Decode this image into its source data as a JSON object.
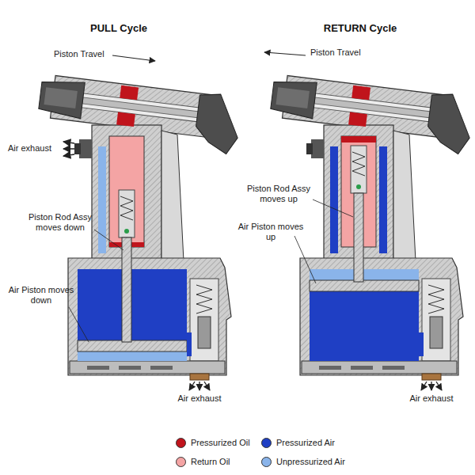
{
  "diagram": {
    "labels": [
      "PULL Cycle",
      "RETURN Cycle",
      "Piston Travel",
      "Air exhaust",
      "Piston Rod Assy moves down",
      "Air Piston moves down",
      "Air exhaust",
      "Piston Travel",
      "Piston Rod Assy moves up",
      "Air Piston moves up",
      "Air exhaust"
    ],
    "legend": [
      {
        "text": "Pressurized Oil",
        "color": "#c0141c"
      },
      {
        "text": "Pressurized Air",
        "color": "#1f3fc4"
      },
      {
        "text": "Return Oil",
        "color": "#f4a4a4"
      },
      {
        "text": "Unpressurized Air",
        "color": "#8ab4ea"
      }
    ]
  }
}
